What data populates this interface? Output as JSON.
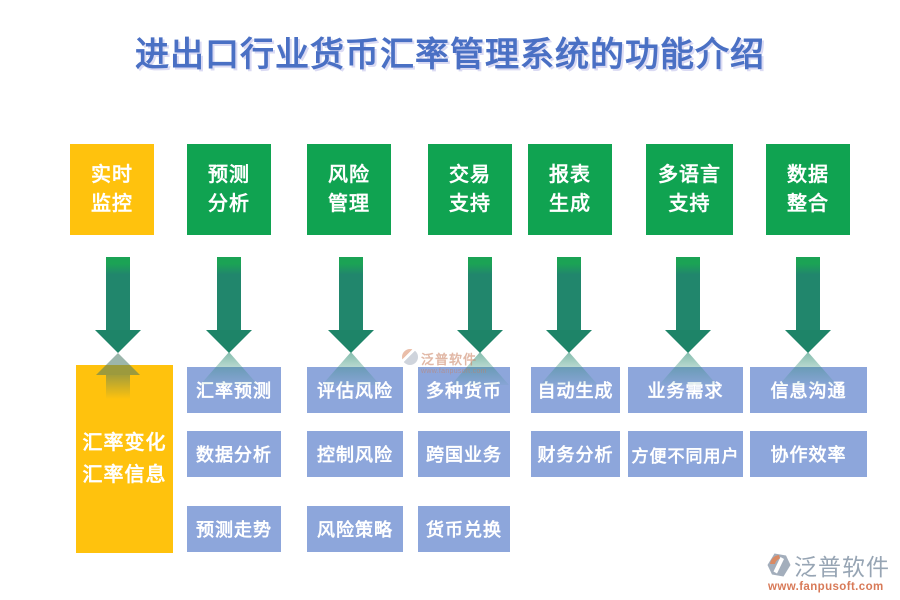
{
  "title": "进出口行业货币汇率管理系统的功能介绍",
  "colors": {
    "title": "#4a70c4",
    "header_green": "#10a351",
    "header_orange": "#ffc20d",
    "feature_blue": "#8da6db",
    "arrow_teal": "#21866c",
    "arrow_tip_green": "#1ba355",
    "brand_gray": "#97a5b4",
    "brand_url_orange": "#d87a58"
  },
  "columns": [
    {
      "id": "realtime-monitoring",
      "theme": "orange",
      "header_lines": [
        "实时",
        "监控"
      ],
      "big_box_lines": [
        "汇率变化",
        "汇率信息"
      ],
      "items": []
    },
    {
      "id": "forecast-analysis",
      "theme": "green",
      "header_lines": [
        "预测",
        "分析"
      ],
      "items": [
        "汇率预测",
        "数据分析",
        "预测走势"
      ]
    },
    {
      "id": "risk-management",
      "theme": "green",
      "header_lines": [
        "风险",
        "管理"
      ],
      "items": [
        "评估风险",
        "控制风险",
        "风险策略"
      ]
    },
    {
      "id": "trading-support",
      "theme": "green",
      "header_lines": [
        "交易",
        "支持"
      ],
      "items": [
        "多种货币",
        "跨国业务",
        "货币兑换"
      ]
    },
    {
      "id": "report-generation",
      "theme": "green",
      "header_lines": [
        "报表",
        "生成"
      ],
      "items": [
        "自动生成",
        "财务分析"
      ]
    },
    {
      "id": "multilanguage-support",
      "theme": "green",
      "header_lines": [
        "多语言",
        "支持"
      ],
      "items": [
        "业务需求",
        "方便不同用户"
      ]
    },
    {
      "id": "data-integration",
      "theme": "green",
      "header_lines": [
        "数据",
        "整合"
      ],
      "items": [
        "信息沟通",
        "协作效率"
      ]
    }
  ],
  "watermark": {
    "text": "泛普软件",
    "url": "www.fanpusoft.com"
  },
  "brand": {
    "name": "泛普软件",
    "url": "www.fanpusoft.com"
  }
}
